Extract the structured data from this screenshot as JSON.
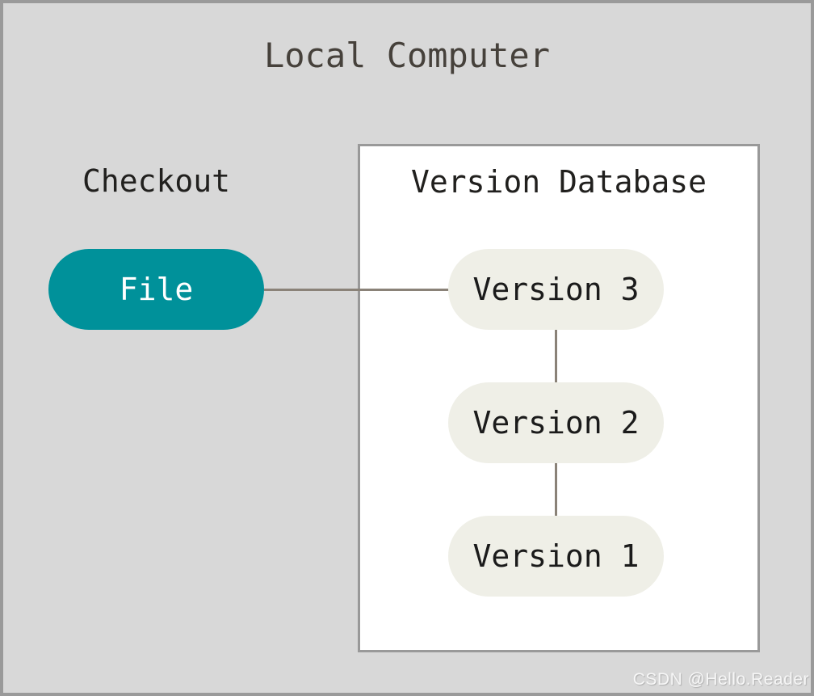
{
  "diagram": {
    "title": "Local Computer"
  },
  "checkout": {
    "label": "Checkout"
  },
  "file_node": {
    "label": "File"
  },
  "version_database": {
    "title": "Version Database",
    "versions": [
      {
        "label": "Version 3"
      },
      {
        "label": "Version 2"
      },
      {
        "label": "Version 1"
      }
    ]
  },
  "watermark": {
    "text": "CSDN @Hello.Reader"
  },
  "colors": {
    "background": "#d8d8d8",
    "frame_border": "#9a9a9a",
    "box_background": "#ffffff",
    "box_border": "#999999",
    "file_node_fill": "#00919a",
    "file_node_text": "#ffffff",
    "version_node_fill": "#efefe7",
    "version_node_text": "#1b1b1b",
    "connector": "#8a8278",
    "title_text": "#46413b",
    "label_text": "#21201e"
  }
}
